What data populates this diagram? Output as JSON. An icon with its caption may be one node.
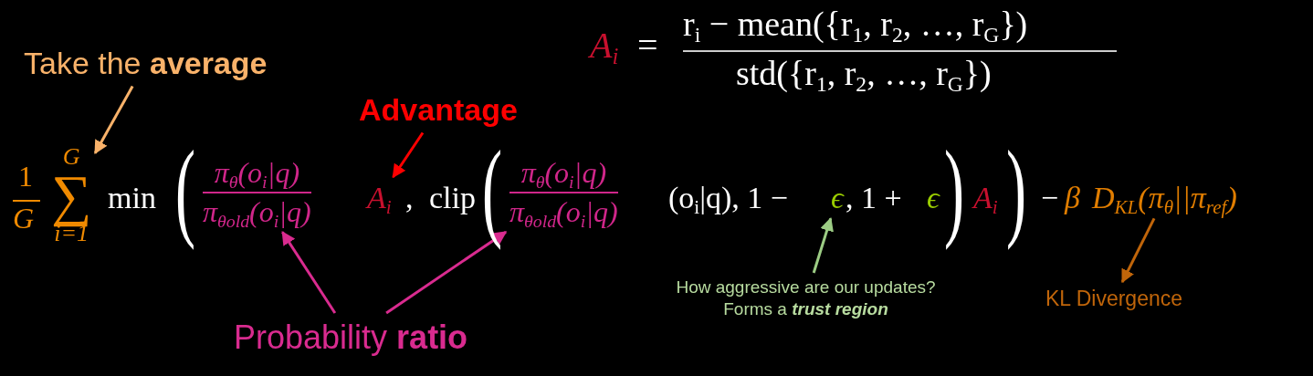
{
  "diagram": {
    "nodes": [
      {
        "text": [
          "Take the **average**"
        ]
      },
      {
        "text": [
          "G",
          "∑",
          "i=1"
        ]
      },
      {
        "text": [
          "Advantage"
        ]
      },
      {
        "text": [
          "A$_{i}$"
        ]
      },
      {
        "text": [
          "Probability **ratio**"
        ]
      },
      {
        "text": [
          "π$_{θ}$(o$_{i}$|q)",
          "π$_{θold}$(o$_{i}$|q)"
        ]
      },
      {
        "text": [
          "π$_{θ}$(o$_{i}$|q)",
          "π$_{θold}$(o$_{i}$|q)"
        ]
      },
      {
        "text": [
          "ϵ"
        ]
      },
      {
        "text": [
          "How aggressive are our updates? Forms a **trust region**"
        ]
      },
      {
        "text": [
          "D$_{KL}$(π$_{θ}$||π$_{ref}$)"
        ]
      },
      {
        "text": [
          "KL Divergence"
        ]
      }
    ],
    "edges": [
      {
        "from": 0,
        "to": 1,
        "arrow": "to",
        "color": "#f9b26a"
      },
      {
        "from": 2,
        "to": 3,
        "arrow": "to",
        "color": "#ff0000"
      },
      {
        "from": 4,
        "to": 5,
        "arrow": "to",
        "color": "#d92b8f"
      },
      {
        "from": 4,
        "to": 6,
        "arrow": "to",
        "color": "#d92b8f"
      },
      {
        "from": 8,
        "to": 7,
        "arrow": "to",
        "color": "#9ccc84"
      },
      {
        "from": 9,
        "to": 10,
        "arrow": "to",
        "color": "#c0650a"
      }
    ],
    "labels": [
      "A$_{i}$",
      "=",
      "r$_{i}$ − mean({r$_{1}$, r$_{2}$, …, r$_{G}$})",
      "std({r$_{1}$, r$_{2}$, …, r$_{G}$})",
      "1",
      "G",
      "min",
      "(",
      ",",
      "clip",
      "(",
      "(o$_{i}$|q), 1 −",
      ", 1 +",
      "ϵ",
      ")",
      "A$_{i}$",
      ")",
      "−",
      "β"
    ]
  }
}
